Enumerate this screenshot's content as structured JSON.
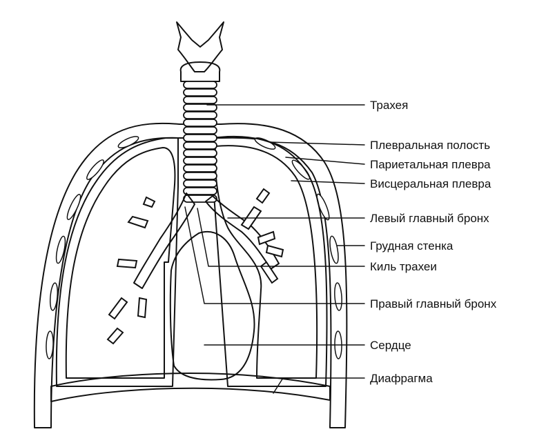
{
  "diagram": {
    "labels": [
      {
        "id": "trachea",
        "text": "Трахея"
      },
      {
        "id": "pleural-cavity",
        "text": "Плевральная полость"
      },
      {
        "id": "parietal-pleura",
        "text": "Париетальная плевра"
      },
      {
        "id": "visceral-pleura",
        "text": "Висцеральная плевра"
      },
      {
        "id": "left-main-bronchus",
        "text": "Левый главный бронх"
      },
      {
        "id": "chest-wall",
        "text": "Грудная стенка"
      },
      {
        "id": "carina",
        "text": "Киль трахеи"
      },
      {
        "id": "right-main-bronchus",
        "text": "Правый главный бронх"
      },
      {
        "id": "heart",
        "text": "Сердце"
      },
      {
        "id": "diaphragm",
        "text": "Диафрагма"
      }
    ]
  },
  "colors": {
    "ink": "#111111",
    "lung_stipple": "#b8b8b8",
    "background": "#ffffff"
  }
}
